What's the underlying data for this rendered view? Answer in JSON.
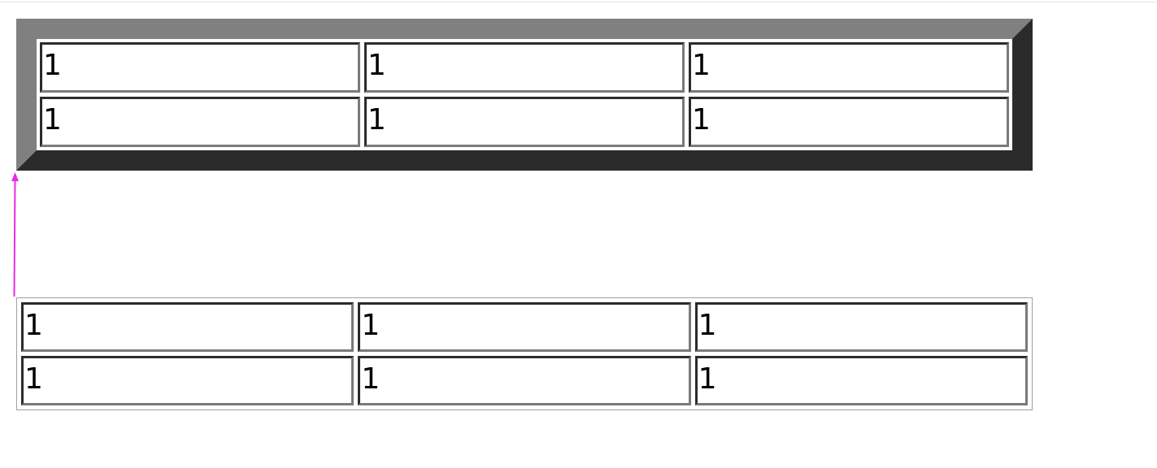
{
  "colors": {
    "frame_light": "#808080",
    "frame_dark": "#2b2b2b",
    "cell_dark": "#2b2b2b",
    "cell_light": "#7a7a7a",
    "thin_border": "#a0a0a0",
    "arrow": "#e62be6"
  },
  "icons": {
    "arrow": "arrow-up-icon"
  },
  "table1": {
    "rows": [
      [
        "1",
        "1",
        "1"
      ],
      [
        "1",
        "1",
        "1"
      ]
    ]
  },
  "table2": {
    "rows": [
      [
        "1",
        "1",
        "1"
      ],
      [
        "1",
        "1",
        "1"
      ]
    ]
  }
}
